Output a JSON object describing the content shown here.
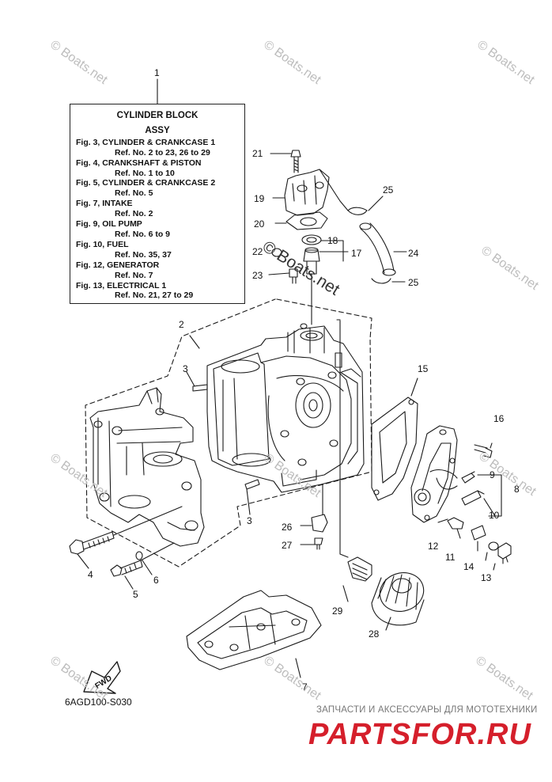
{
  "legend": {
    "title": "CYLINDER  BLOCK",
    "subtitle": "ASSY",
    "lines": [
      {
        "kind": "fig",
        "text": "Fig. 3, CYLINDER & CRANKCASE 1"
      },
      {
        "kind": "ref",
        "text": "Ref. No. 2 to 23, 26 to 29"
      },
      {
        "kind": "fig",
        "text": "Fig. 4, CRANKSHAFT & PISTON"
      },
      {
        "kind": "ref",
        "text": "Ref. No. 1 to 10"
      },
      {
        "kind": "fig",
        "text": "Fig. 5, CYLINDER & CRANKCASE 2"
      },
      {
        "kind": "ref",
        "text": "Ref. No. 5"
      },
      {
        "kind": "fig",
        "text": "Fig. 7, INTAKE"
      },
      {
        "kind": "ref",
        "text": "Ref. No. 2"
      },
      {
        "kind": "fig",
        "text": "Fig. 9, OIL PUMP"
      },
      {
        "kind": "ref",
        "text": "Ref. No. 6 to 9"
      },
      {
        "kind": "fig",
        "text": "Fig. 10, FUEL"
      },
      {
        "kind": "ref",
        "text": "Ref. No. 35, 37"
      },
      {
        "kind": "fig",
        "text": "Fig. 12, GENERATOR"
      },
      {
        "kind": "ref",
        "text": "Ref. No. 7"
      },
      {
        "kind": "fig",
        "text": "Fig. 13, ELECTRICAL 1"
      },
      {
        "kind": "ref",
        "text": "Ref. No. 21, 27 to 29"
      }
    ]
  },
  "callouts": [
    "1",
    "2",
    "3",
    "3",
    "4",
    "5",
    "6",
    "7",
    "8",
    "9",
    "10",
    "11",
    "12",
    "13",
    "14",
    "15",
    "16",
    "17",
    "18",
    "19",
    "20",
    "21",
    "22",
    "23",
    "24",
    "25",
    "25",
    "26",
    "27",
    "28",
    "29"
  ],
  "diagram_code": "6AGD100-S030",
  "fwd_label": "FWD",
  "watermark": {
    "text": "© Boats.net",
    "center_text": "© Boats.net"
  },
  "promo": {
    "text": "ЗАПЧАСТИ И АКСЕССУАРЫ ДЛЯ МОТОТЕХНИКИ",
    "logo_text": "PARTSFOR.RU",
    "logo_color": "#d51f2b"
  }
}
